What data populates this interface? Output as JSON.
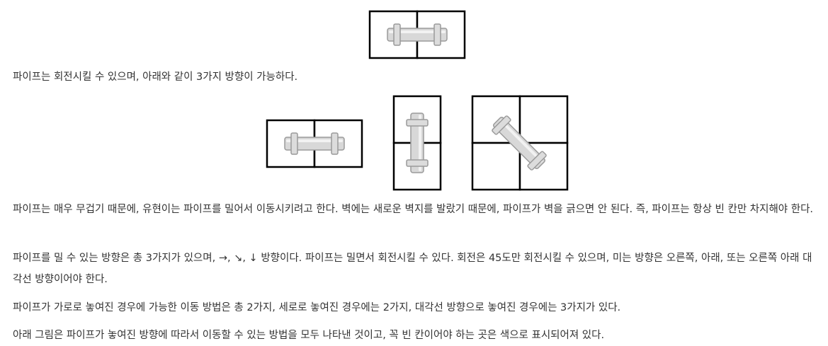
{
  "paragraphs": {
    "rotation": "파이프는 회전시킬 수 있으며, 아래와 같이 3가지 방향이 가능하다.",
    "pushing": "파이프는 매우 무겁기 때문에, 유현이는 파이프를 밀어서 이동시키려고 한다. 벽에는 새로운 벽지를 발랐기 때문에, 파이프가 벽을 긁으면 안 된다. 즉, 파이프는 항상 빈 칸만 차지해야 한다.",
    "directions": "파이프를 밀 수 있는 방향은 총 3가지가 있으며, →, ↘, ↓ 방향이다. 파이프는 밀면서 회전시킬 수 있다. 회전은 45도만 회전시킬 수 있으며, 미는 방향은 오른쪽, 아래, 또는 오른쪽 아래 대각선 방향이어야 한다.",
    "move_counts": "파이프가 가로로 놓여진 경우에 가능한 이동 방법은 총 2가지, 세로로 놓여진 경우에는 2가지, 대각선 방향으로 놓여진 경우에는 3가지가 있다.",
    "figure_note": "아래 그림은 파이프가 놓여진 방향에 따라서 이동할 수 있는 방법을 모두 나타낸 것이고, 꼭 빈 칸이어야 하는 곳은 색으로 표시되어져 있다."
  },
  "figures": {
    "top_pipe": {
      "orientation": "horizontal"
    },
    "orientations": [
      "horizontal",
      "vertical",
      "diagonal"
    ]
  },
  "colors": {
    "text": "#333333",
    "grid_line": "#000000",
    "pipe_fill": "#d8d8d8",
    "pipe_outline": "#9a9a9a"
  }
}
